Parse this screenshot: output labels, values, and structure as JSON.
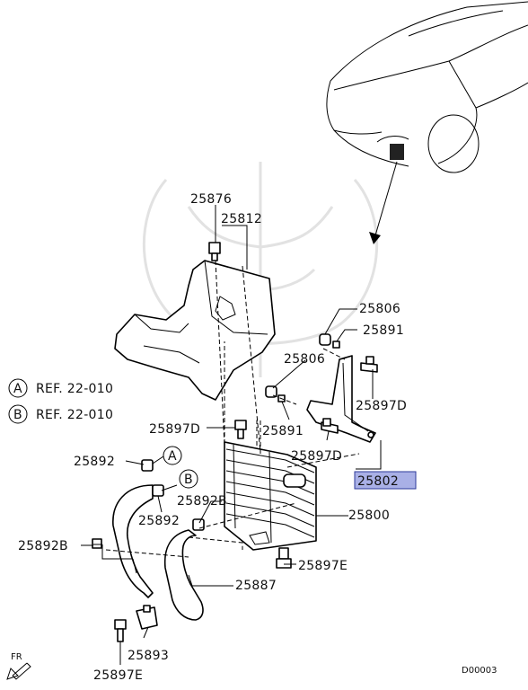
{
  "diagram": {
    "code": "D00003",
    "fr_label": "FR",
    "refs": [
      {
        "circle": "A",
        "text": "REF. 22-010"
      },
      {
        "circle": "B",
        "text": "REF. 22-010"
      }
    ],
    "callouts": {
      "a": "A",
      "b": "B"
    },
    "parts": {
      "p25876": "25876",
      "p25812": "25812",
      "p25806_top": "25806",
      "p25891_top": "25891",
      "p25806_mid": "25806",
      "p25897D_right": "25897D",
      "p25897D_left": "25897D",
      "p25891_mid": "25891",
      "p25897D_mid": "25897D",
      "p25802": "25802",
      "p25892_a": "25892",
      "p25892B_mid": "25892B",
      "p25892_b": "25892",
      "p25800": "25800",
      "p25892B_left": "25892B",
      "p25897E_right": "25897E",
      "p25887": "25887",
      "p25893": "25893",
      "p25897E_bottom": "25897E"
    },
    "highlight_color": "#a9b0e6"
  }
}
